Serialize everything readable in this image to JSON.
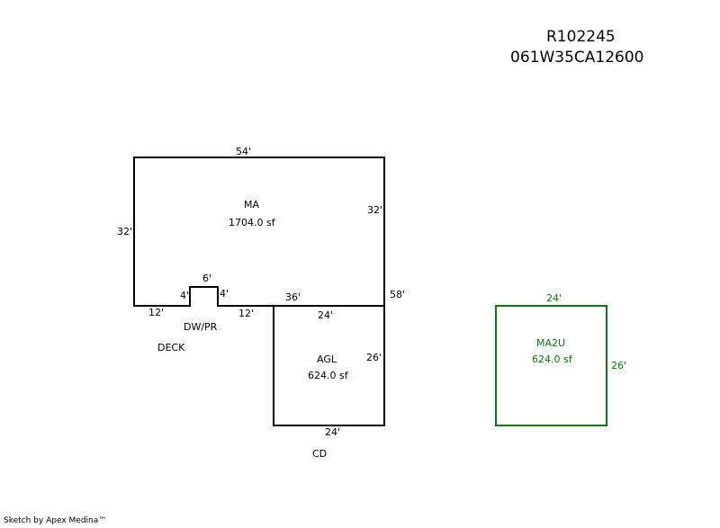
{
  "header": {
    "id": "R102245",
    "map_number": "061W35CA12600"
  },
  "colors": {
    "main": "#000000",
    "unit": "#0a7a0a"
  },
  "sketch": {
    "ma": {
      "name": "MA",
      "area": "1704.0 sf"
    },
    "agl": {
      "name": "AGL",
      "area": "624.0 sf"
    },
    "ma2u": {
      "name": "MA2U",
      "area": "624.0 sf"
    },
    "labels": {
      "dwpr": "DW/PR",
      "deck": "DECK",
      "cd": "CD"
    },
    "dims": {
      "ma_top": "54'",
      "ma_left": "32'",
      "ma_right": "32'",
      "ma_bottom_left": "12'",
      "notch_left": "4'",
      "notch_top": "6'",
      "notch_right": "4'",
      "ma_bottom_mid": "12'",
      "ma_bottom_right": "36'",
      "right_total": "58'",
      "agl_top": "24'",
      "agl_right": "26'",
      "agl_bottom": "24'",
      "ma2u_top": "24'",
      "ma2u_right": "26'"
    }
  },
  "footer": {
    "text": "Sketch by Apex Medina™"
  }
}
